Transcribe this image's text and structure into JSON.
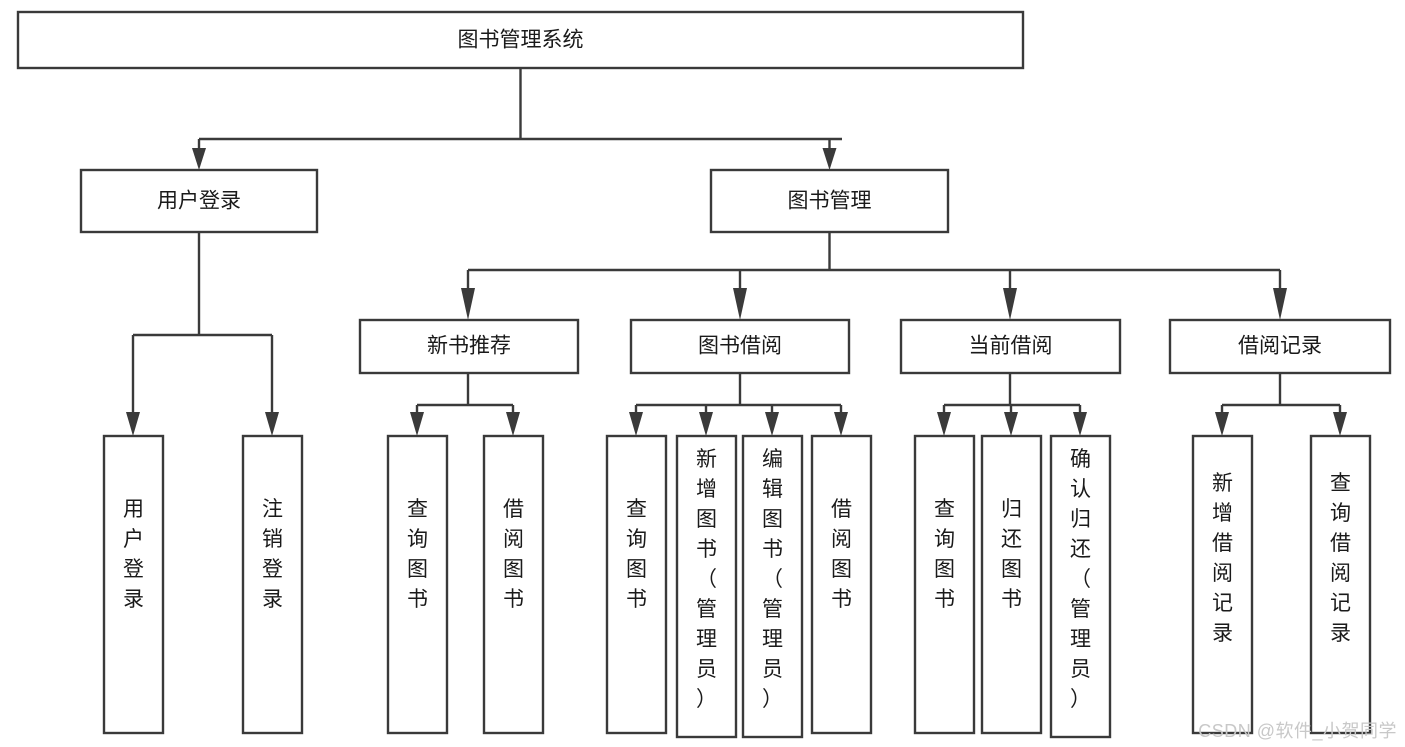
{
  "diagram": {
    "type": "tree",
    "title": "图书管理系统",
    "orientation": "top-down",
    "colors": {
      "box_fill": "#ffffff",
      "box_stroke": "#3a3a3a",
      "text": "#1a1a1a",
      "watermark": "#c8c8c8",
      "background": "#ffffff"
    },
    "root": {
      "label": "图书管理系统",
      "shape": "rect",
      "orientation": "horizontal"
    },
    "level2": [
      {
        "label": "用户登录",
        "shape": "rect",
        "orientation": "horizontal"
      },
      {
        "label": "图书管理",
        "shape": "rect",
        "orientation": "horizontal"
      }
    ],
    "level3": [
      {
        "label": "新书推荐",
        "shape": "rect",
        "orientation": "horizontal",
        "parent": "图书管理"
      },
      {
        "label": "图书借阅",
        "shape": "rect",
        "orientation": "horizontal",
        "parent": "图书管理"
      },
      {
        "label": "当前借阅",
        "shape": "rect",
        "orientation": "horizontal",
        "parent": "图书管理"
      },
      {
        "label": "借阅记录",
        "shape": "rect",
        "orientation": "horizontal",
        "parent": "图书管理"
      }
    ],
    "leaves": {
      "user_login": [
        {
          "label": "用户登录",
          "orientation": "vertical"
        },
        {
          "label": "注销登录",
          "orientation": "vertical"
        }
      ],
      "new_book_recommend": [
        {
          "label": "查询图书",
          "orientation": "vertical"
        },
        {
          "label": "借阅图书",
          "orientation": "vertical"
        }
      ],
      "book_borrow": [
        {
          "label": "查询图书",
          "orientation": "vertical"
        },
        {
          "label": "新增图书（管理员）",
          "orientation": "vertical"
        },
        {
          "label": "编辑图书（管理员）",
          "orientation": "vertical"
        },
        {
          "label": "借阅图书",
          "orientation": "vertical"
        }
      ],
      "current_borrow": [
        {
          "label": "查询图书",
          "orientation": "vertical"
        },
        {
          "label": "归还图书",
          "orientation": "vertical"
        },
        {
          "label": "确认归还（管理员）",
          "orientation": "vertical"
        }
      ],
      "borrow_record": [
        {
          "label": "新增借阅记录",
          "orientation": "vertical"
        },
        {
          "label": "查询借阅记录",
          "orientation": "vertical"
        }
      ]
    }
  },
  "watermark": {
    "text": "CSDN @软件_小贺同学"
  }
}
